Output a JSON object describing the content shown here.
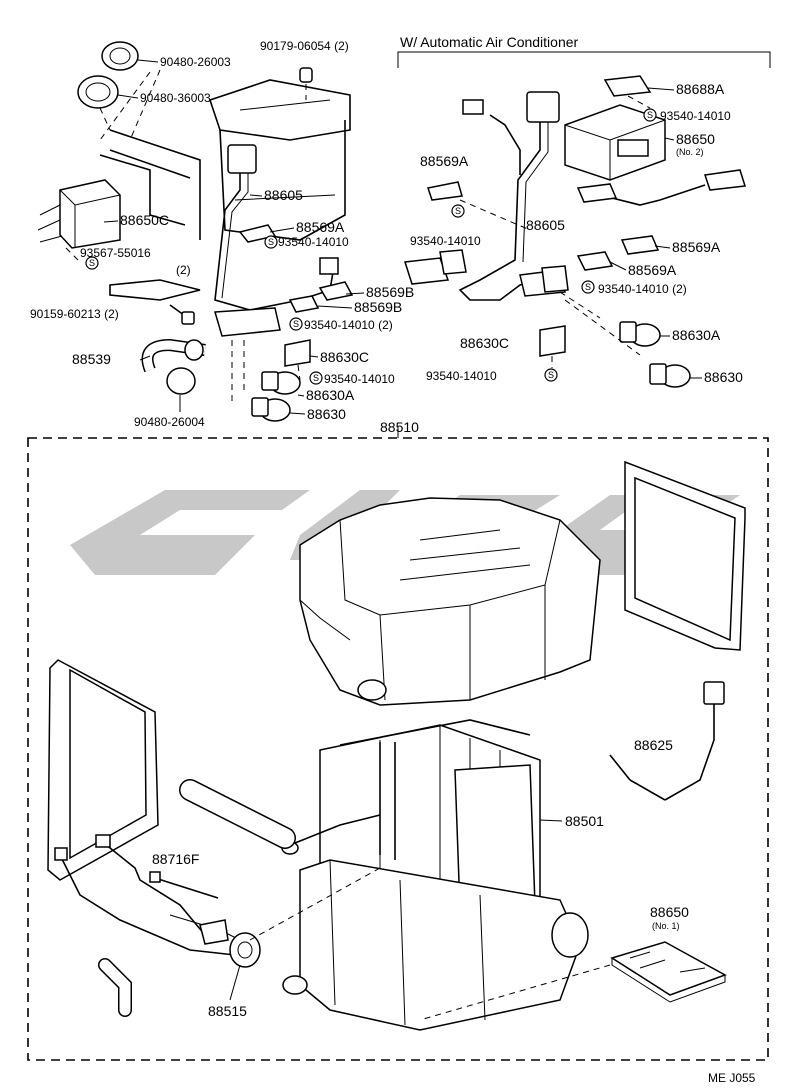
{
  "header": {
    "auto_ac_label": "W/ Automatic Air Conditioner"
  },
  "assembly": {
    "main": "88510"
  },
  "labels": {
    "p1": "90480-26003",
    "p2": "90179-06054 (2)",
    "p3": "90480-36003",
    "p4": "88650C",
    "p5": "88605",
    "p6": "88569A",
    "p7": "93540-14010",
    "p8": "93567-55016",
    "p8b": "(2)",
    "p9": "90159-60213 (2)",
    "p10": "88569B",
    "p11": "88569B",
    "p12": "93540-14010 (2)",
    "p13": "88539",
    "p14": "88630C",
    "p15": "93540-14010",
    "p16": "88630A",
    "p17": "90480-26004",
    "p18": "88630",
    "r1": "88688A",
    "r2": "93540-14010",
    "r3": "88650",
    "r3b": "(No. 2)",
    "r4": "88569A",
    "r5": "88605",
    "r6": "93540-14010",
    "r7": "88569A",
    "r8": "88569A",
    "r9": "93540-14010 (2)",
    "r10": "88630C",
    "r11": "88630A",
    "r12": "93540-14010",
    "r13": "88630",
    "b1": "88625",
    "b2": "88501",
    "b3": "88716F",
    "b4": "88650",
    "b4b": "(No. 1)",
    "b5": "88515"
  },
  "footer": {
    "code": "ME  J055"
  },
  "symbol": "S"
}
